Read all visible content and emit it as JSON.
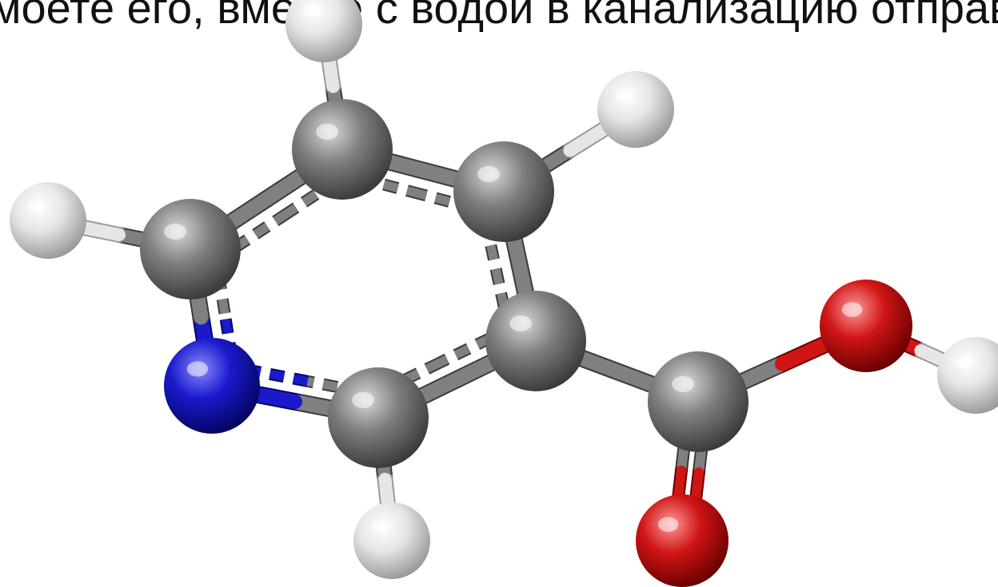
{
  "caption": {
    "text": "смоете его, вместе с водой в канализацию отправи"
  },
  "molecule": {
    "atoms": [
      {
        "id": "C1",
        "element": "C"
      },
      {
        "id": "C2",
        "element": "C"
      },
      {
        "id": "C3",
        "element": "C"
      },
      {
        "id": "C4",
        "element": "C"
      },
      {
        "id": "C5",
        "element": "C"
      },
      {
        "id": "N1",
        "element": "N"
      },
      {
        "id": "C6",
        "element": "C"
      },
      {
        "id": "O1",
        "element": "O"
      },
      {
        "id": "O2",
        "element": "O"
      },
      {
        "id": "H1",
        "element": "H"
      },
      {
        "id": "H2",
        "element": "H"
      },
      {
        "id": "H3",
        "element": "H"
      },
      {
        "id": "H4",
        "element": "H"
      },
      {
        "id": "H5",
        "element": "H"
      }
    ],
    "bonds": [
      {
        "a": "C1",
        "b": "C2",
        "order": "aromatic"
      },
      {
        "a": "C2",
        "b": "C3",
        "order": "aromatic"
      },
      {
        "a": "C3",
        "b": "C4",
        "order": "aromatic"
      },
      {
        "a": "C4",
        "b": "C5",
        "order": "aromatic"
      },
      {
        "a": "C5",
        "b": "N1",
        "order": "aromatic"
      },
      {
        "a": "N1",
        "b": "C1",
        "order": "aromatic"
      },
      {
        "a": "C4",
        "b": "C6",
        "order": "single"
      },
      {
        "a": "C6",
        "b": "O1",
        "order": "single"
      },
      {
        "a": "C6",
        "b": "O2",
        "order": "double"
      },
      {
        "a": "O1",
        "b": "H5",
        "order": "single"
      },
      {
        "a": "C1",
        "b": "H1",
        "order": "single"
      },
      {
        "a": "C2",
        "b": "H2",
        "order": "single"
      },
      {
        "a": "C3",
        "b": "H3",
        "order": "single"
      },
      {
        "a": "C5",
        "b": "H4",
        "order": "single"
      }
    ]
  },
  "colors": {
    "carbon": "#808080",
    "nitrogen": "#1a1acc",
    "oxygen": "#d01515",
    "hydrogen": "#e6e6e6",
    "background": "#ffffff",
    "text": "#111111"
  }
}
